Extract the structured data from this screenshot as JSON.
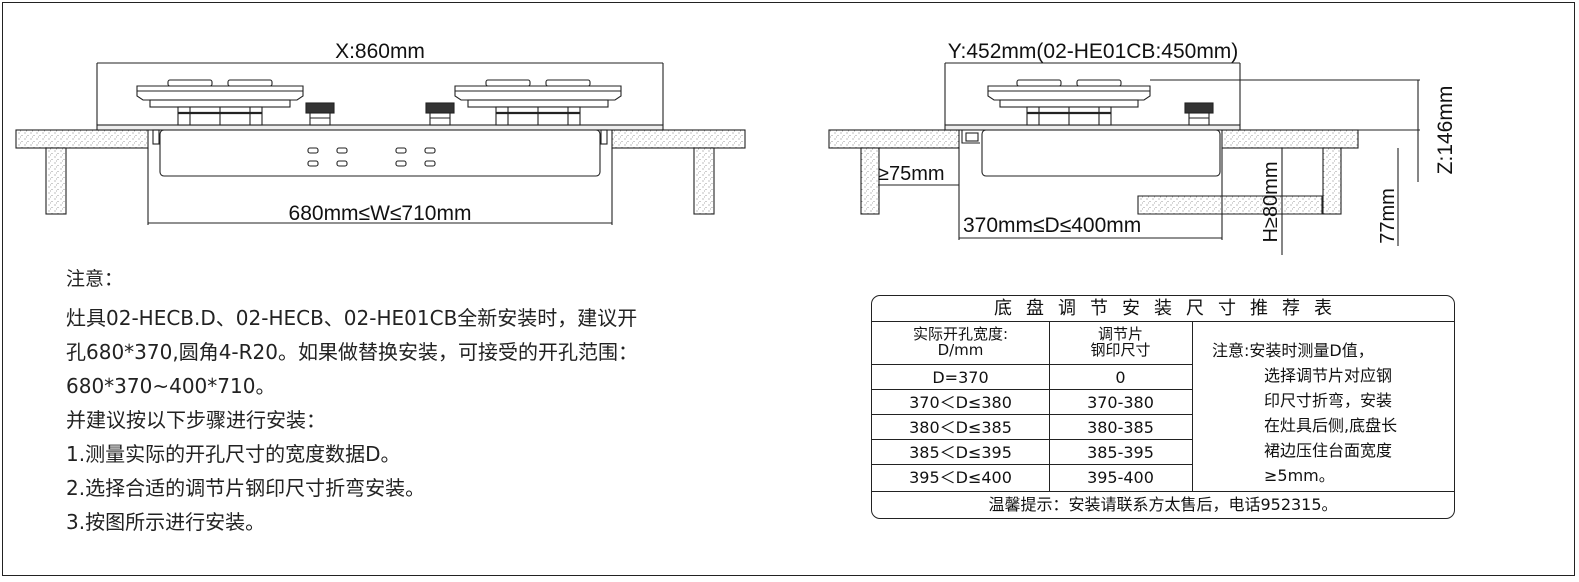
{
  "left_diagram": {
    "width_label": "X:860mm",
    "cutout_label": "680mm≤W≤710mm"
  },
  "right_diagram": {
    "depth_label": "Y:452mm(02-HE01CB:450mm)",
    "height_label": "Z:146mm",
    "edge_label": "≥75mm",
    "cutout_label": "370mm≤D≤400mm",
    "clearance_label": "H≥80mm",
    "under_label": "77mm"
  },
  "notes": {
    "heading": "注意：",
    "paragraph_lines": [
      "灶具02-HECB.D、02-HECB、02-HE01CB全新安装时，建议开",
      "孔680*370,圆角4-R20。如果做替换安装，可接受的开孔范围：",
      "680*370~400*710。"
    ],
    "steps_intro": "并建议按以下步骤进行安装：",
    "steps": [
      "1.测量实际的开孔尺寸的宽度数据D。",
      "2.选择合适的调节片钢印尺寸折弯安装。",
      "3.按图所示进行安装。"
    ]
  },
  "table": {
    "title": "底盘调节安装尺寸推荐表",
    "header_col1_line1": "实际开孔宽度:",
    "header_col1_line2": "D/mm",
    "header_col2_line1": "调节片",
    "header_col2_line2": "钢印尺寸",
    "rows": [
      {
        "d": "D=370",
        "stamp": "0"
      },
      {
        "d": "370＜D≤380",
        "stamp": "370-380"
      },
      {
        "d": "380＜D≤385",
        "stamp": "380-385"
      },
      {
        "d": "385＜D≤395",
        "stamp": "385-395"
      },
      {
        "d": "395＜D≤400",
        "stamp": "395-400"
      }
    ],
    "note_lines": [
      "注意:安装时测量D值，",
      "选择调节片对应钢",
      "印尺寸折弯，安装",
      "在灶具后侧,底盘长",
      "裙边压住台面宽度",
      "≥5mm。"
    ],
    "footer": "温馨提示：安装请联系方太售后，电话952315。"
  }
}
